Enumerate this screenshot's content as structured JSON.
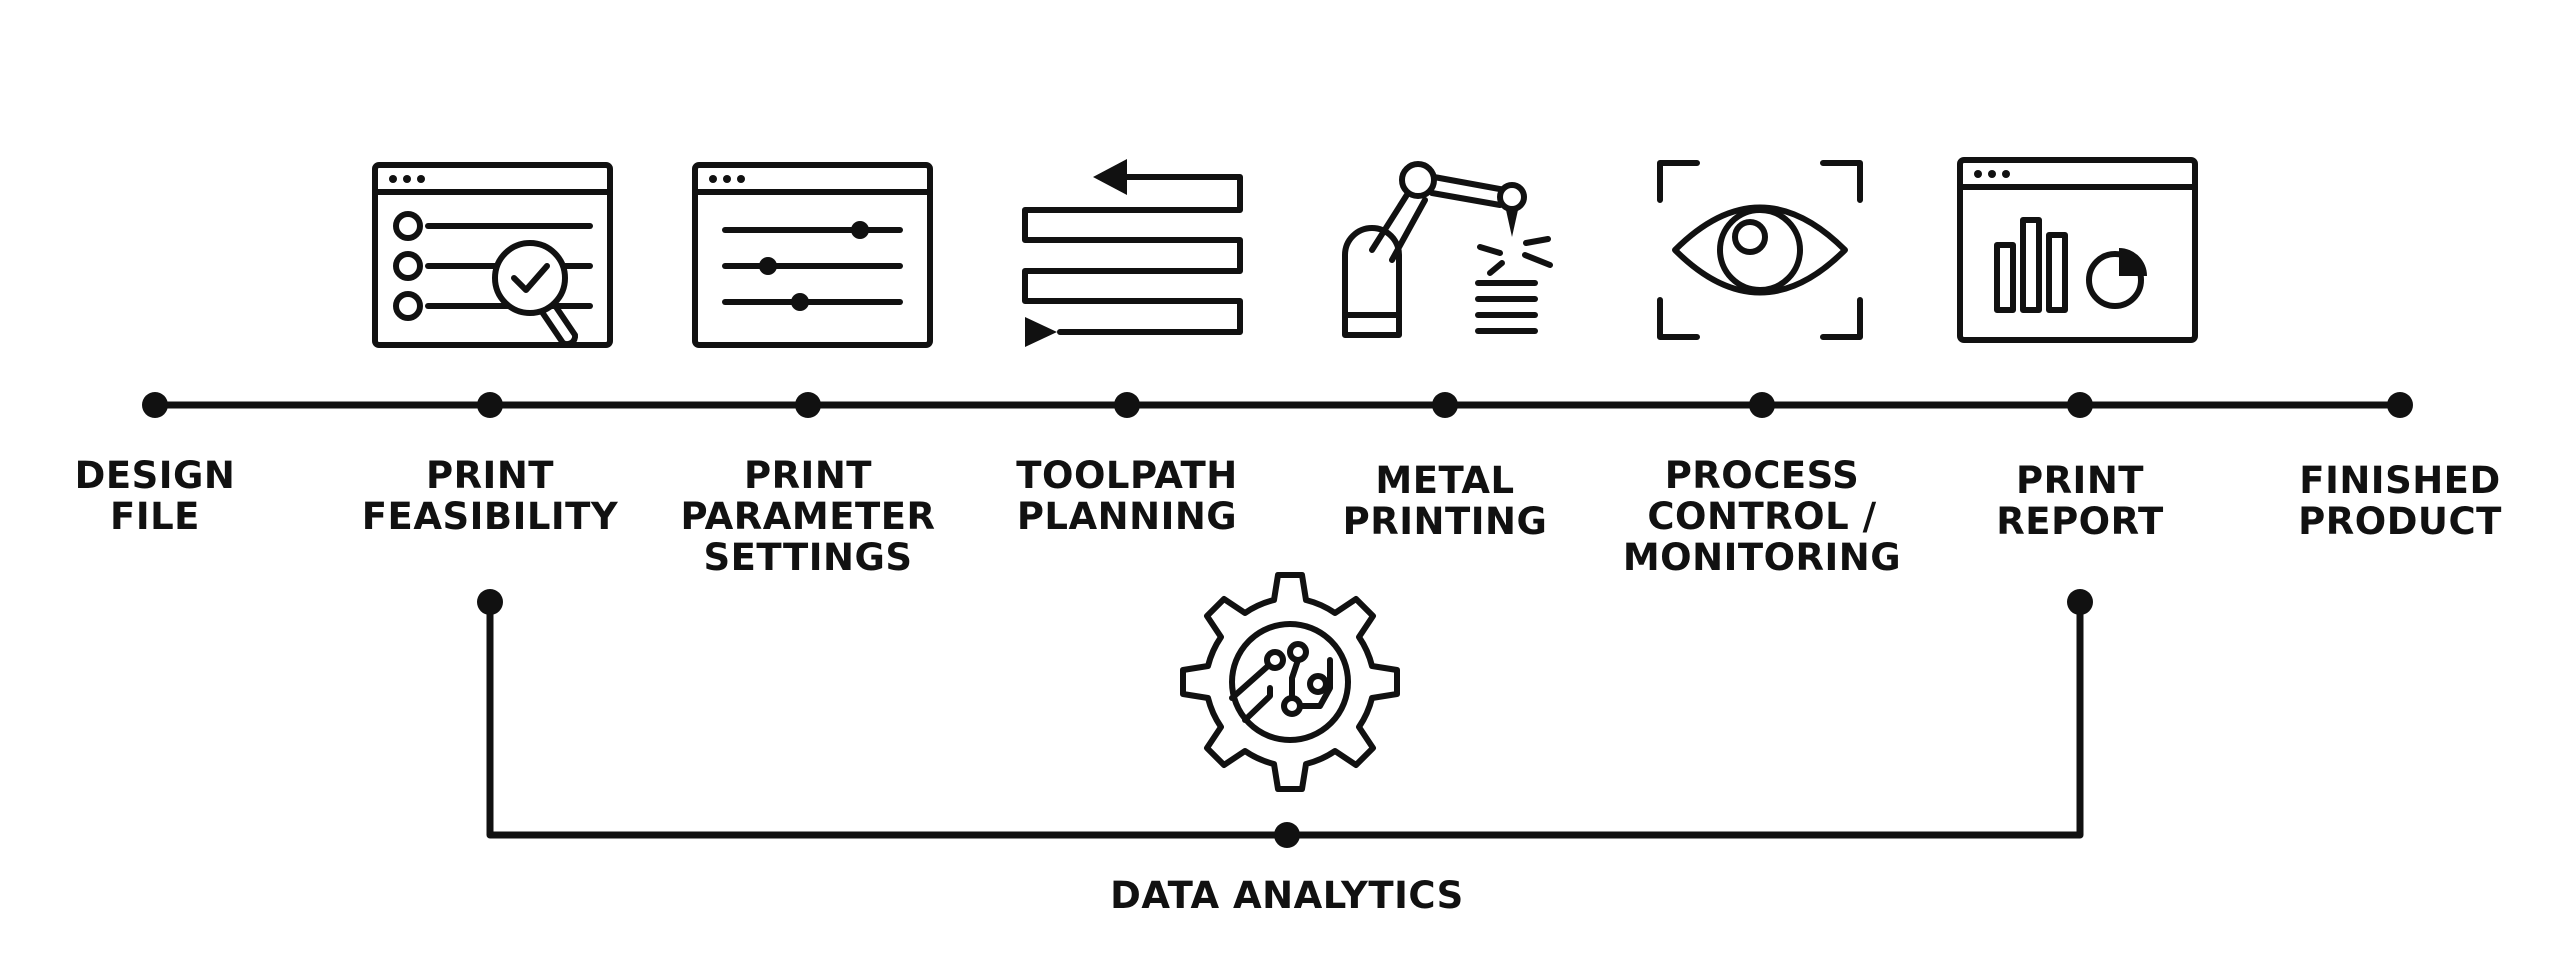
{
  "colors": {
    "ink": "#111111",
    "background": "#ffffff"
  },
  "steps": [
    {
      "label": "DESIGN\nFILE"
    },
    {
      "label": "PRINT\nFEASIBILITY",
      "icon": "feasibility-check-window-icon"
    },
    {
      "label": "PRINT\nPARAMETER\nSETTINGS",
      "icon": "parameter-sliders-window-icon"
    },
    {
      "label": "TOOLPATH\nPLANNING",
      "icon": "toolpath-zigzag-icon"
    },
    {
      "label": "METAL\nPRINTING",
      "icon": "robot-arm-laser-icon"
    },
    {
      "label": "PROCESS\nCONTROL /\nMONITORING",
      "icon": "eye-focus-icon"
    },
    {
      "label": "PRINT\nREPORT",
      "icon": "report-charts-window-icon"
    },
    {
      "label": "FINISHED\nPRODUCT"
    }
  ],
  "analytics": {
    "label": "DATA ANALYTICS",
    "icon": "gear-circuit-icon"
  }
}
